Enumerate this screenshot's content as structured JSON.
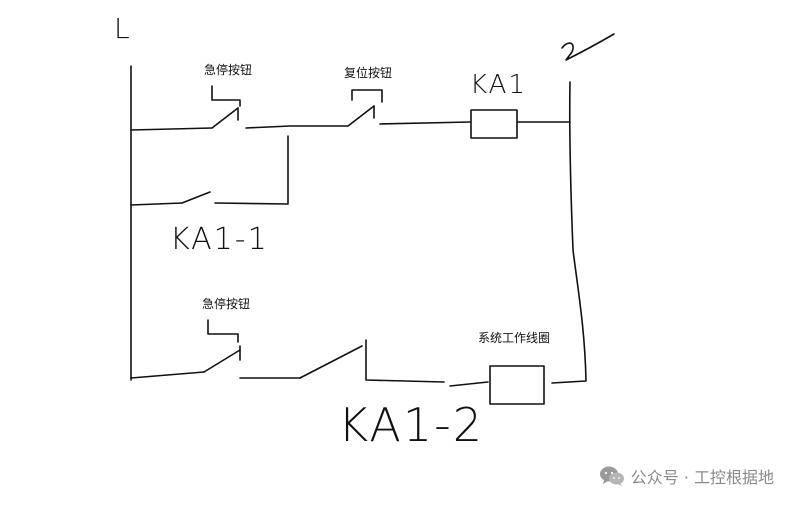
{
  "labels": {
    "line_L": "L",
    "line_N": "N",
    "estop_1": "急停按钮",
    "reset_button": "复位按钮",
    "coil_ka1": "KA1",
    "contact_ka1_1": "KA1-1",
    "estop_2": "急停按钮",
    "system_coil": "系统工作线圈",
    "contact_ka1_2": "KA1-2"
  },
  "watermark": {
    "text": "公众号 · 工控根据地",
    "icon": "wechat-icon"
  },
  "colors": {
    "ink": "#111111",
    "background": "#ffffff",
    "watermark": "#8a8a8a"
  }
}
